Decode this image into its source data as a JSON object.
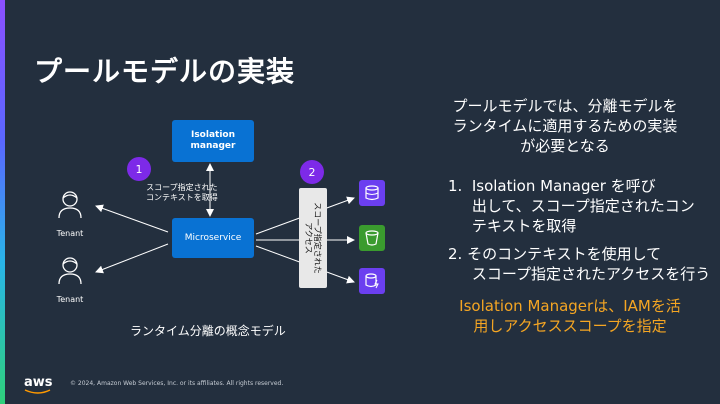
{
  "title": "プールモデルの実装",
  "diagram": {
    "isolation_manager": "Isolation\nmanager",
    "microservice": "Microservice",
    "step1": "1",
    "step2": "2",
    "scope_context_label": "スコープ指定された\nコンテキストを取得",
    "scoped_access_label": "スコープ指定された\nアクセス",
    "tenant1": "Tenant",
    "tenant2": "Tenant",
    "caption": "ランタイム分離の概念モデル",
    "services": [
      {
        "icon": "database-icon",
        "color": "#6b3ff0"
      },
      {
        "icon": "bucket-icon",
        "color": "#3a9b2e"
      },
      {
        "icon": "dynamodb-icon",
        "color": "#6b3ff0"
      }
    ]
  },
  "right_text": {
    "intro": "プールモデルでは、分離モデルを\nランタイムに適用するための実装\nが必要となる",
    "item1": "1.  Isolation Manager を呼び\n     出して、スコープ指定されたコン\n     テキストを取得",
    "item2": "2. そのコンテキストを使用して\n     スコープ指定されたアクセスを行う",
    "highlight": "Isolation Managerは、IAMを活\n用しアクセススコープを指定",
    "highlight_color": "#f5a623"
  },
  "footer": {
    "logo": "aws",
    "copyright": "© 2024, Amazon Web Services, Inc. or its affiliates. All rights reserved."
  }
}
